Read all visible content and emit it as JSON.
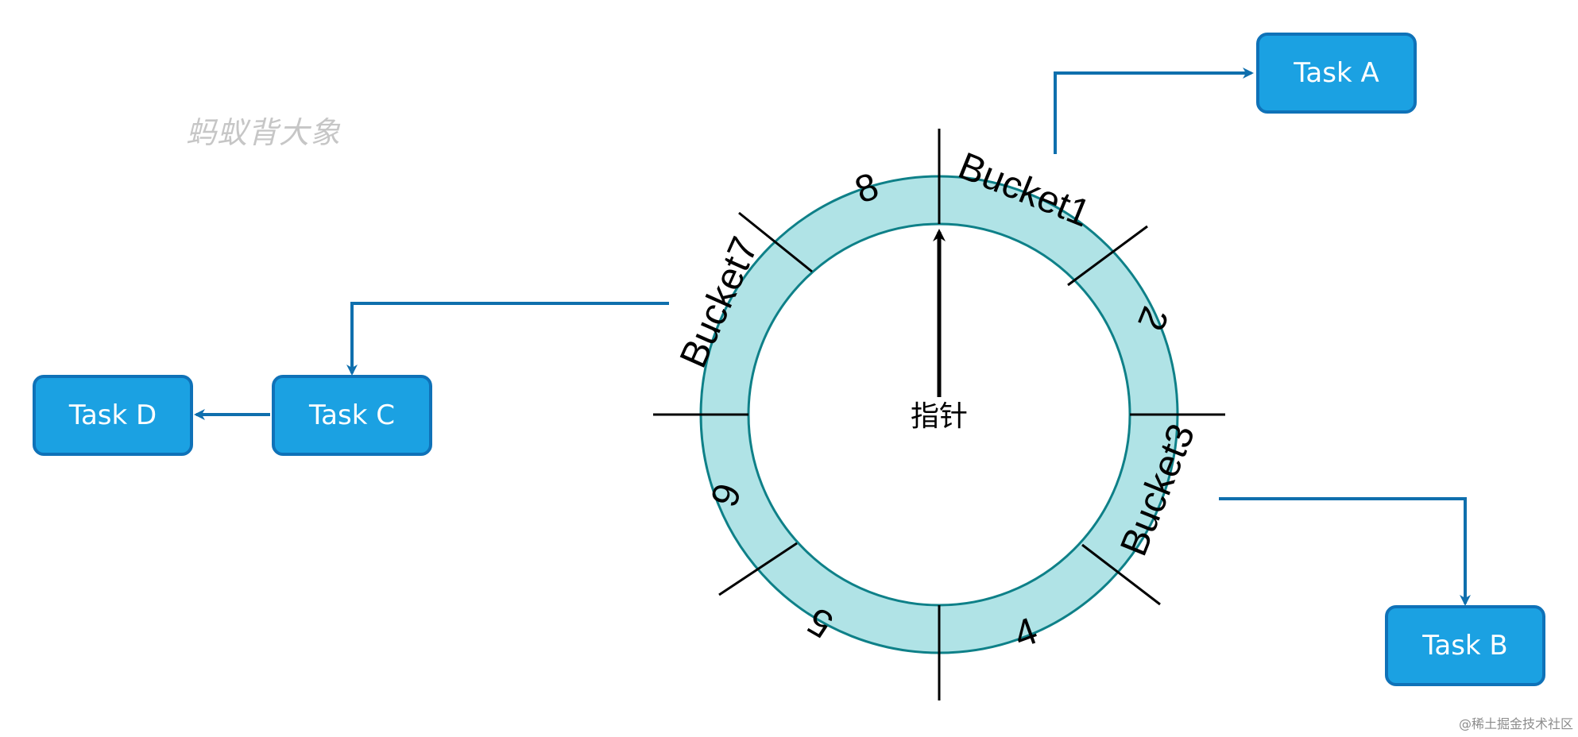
{
  "watermark": "蚂蚁背大象",
  "credit": "@稀土掘金技术社区",
  "pointer_label": "指针",
  "ring": {
    "fill": "#b0e3e6",
    "stroke": "#0e8088",
    "segments": [
      {
        "label": "Bucket1"
      },
      {
        "label": "2"
      },
      {
        "label": "Bucket3"
      },
      {
        "label": "4"
      },
      {
        "label": "5"
      },
      {
        "label": "6"
      },
      {
        "label": "Bucket7"
      },
      {
        "label": "8"
      }
    ]
  },
  "tasks": {
    "a": "Task A",
    "b": "Task B",
    "c": "Task C",
    "d": "Task D"
  },
  "colors": {
    "task_fill": "#1ba1e2",
    "task_border": "#0f72b8",
    "connector": "#0f6fad"
  }
}
